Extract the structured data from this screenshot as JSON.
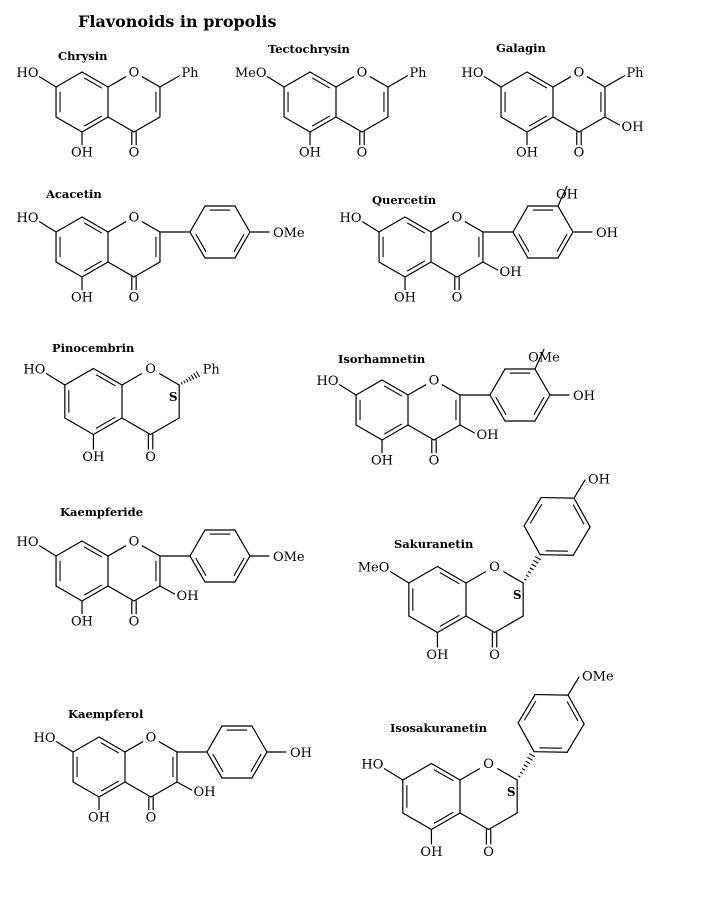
{
  "title": "Flavonoids in propolis",
  "compounds": [
    {
      "name": "Chrysin",
      "type": "flavone",
      "sub": {
        "r7": "HO",
        "r5": "OH",
        "r4": "O",
        "r3": "",
        "ring": "Ph",
        "p": "",
        "m": ""
      }
    },
    {
      "name": "Tectochrysin",
      "type": "flavone",
      "sub": {
        "r7": "MeO",
        "r5": "OH",
        "r4": "O",
        "r3": "",
        "ring": "Ph",
        "p": "",
        "m": ""
      }
    },
    {
      "name": "Galagin",
      "type": "flavone",
      "sub": {
        "r7": "HO",
        "r5": "OH",
        "r4": "O",
        "r3": "OH",
        "ring": "Ph",
        "p": "",
        "m": ""
      }
    },
    {
      "name": "Acacetin",
      "type": "flavone",
      "sub": {
        "r7": "HO",
        "r5": "OH",
        "r4": "O",
        "r3": "",
        "ring": "aryl",
        "p": "OMe",
        "m": ""
      }
    },
    {
      "name": "Quercetin",
      "type": "flavone",
      "sub": {
        "r7": "HO",
        "r5": "OH",
        "r4": "O",
        "r3": "OH",
        "ring": "aryl",
        "p": "OH",
        "m": "OH"
      }
    },
    {
      "name": "Pinocembrin",
      "type": "flavanone",
      "sub": {
        "r7": "HO",
        "r5": "OH",
        "r4": "O",
        "stereo": "S",
        "ring": "Ph",
        "p": ""
      }
    },
    {
      "name": "Isorhamnetin",
      "type": "flavone",
      "sub": {
        "r7": "HO",
        "r5": "OH",
        "r4": "O",
        "r3": "OH",
        "ring": "aryl",
        "p": "OH",
        "m": "OMe"
      }
    },
    {
      "name": "Kaempferide",
      "type": "flavone",
      "sub": {
        "r7": "HO",
        "r5": "OH",
        "r4": "O",
        "r3": "OH",
        "ring": "aryl",
        "p": "OMe",
        "m": ""
      }
    },
    {
      "name": "Sakuranetin",
      "type": "flavanone",
      "sub": {
        "r7": "MeO",
        "r5": "OH",
        "r4": "O",
        "stereo": "S",
        "ring": "aryl",
        "p": "OH"
      }
    },
    {
      "name": "Kaempferol",
      "type": "flavone",
      "sub": {
        "r7": "HO",
        "r5": "OH",
        "r4": "O",
        "r3": "OH",
        "ring": "aryl",
        "p": "OH",
        "m": ""
      }
    },
    {
      "name": "Isosakuranetin",
      "type": "flavanone",
      "sub": {
        "r7": "HO",
        "r5": "OH",
        "r4": "O",
        "stereo": "S",
        "ring": "aryl",
        "p": "OMe"
      }
    }
  ],
  "atom_labels": {
    "ring_oxygen": "O"
  }
}
